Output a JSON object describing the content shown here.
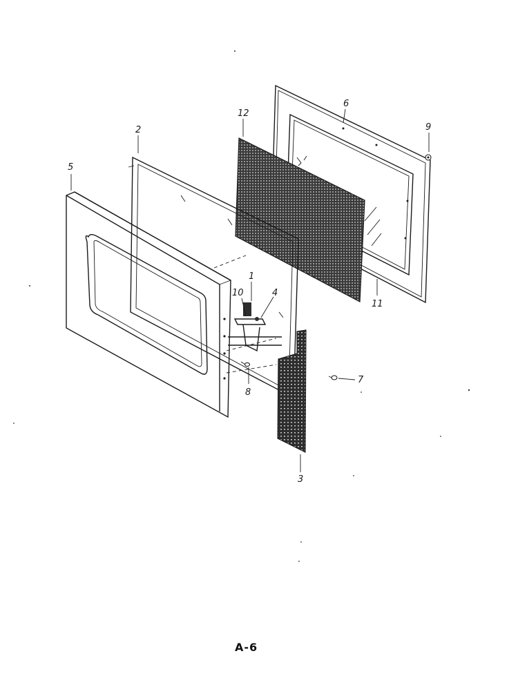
{
  "page_label": "A-6",
  "callouts": {
    "c1": "1",
    "c2": "2",
    "c3": "3",
    "c4": "4",
    "c5": "5",
    "c6": "6",
    "c7": "7",
    "c8": "8",
    "c9": "9",
    "c10": "10",
    "c11": "11",
    "c12": "12"
  }
}
